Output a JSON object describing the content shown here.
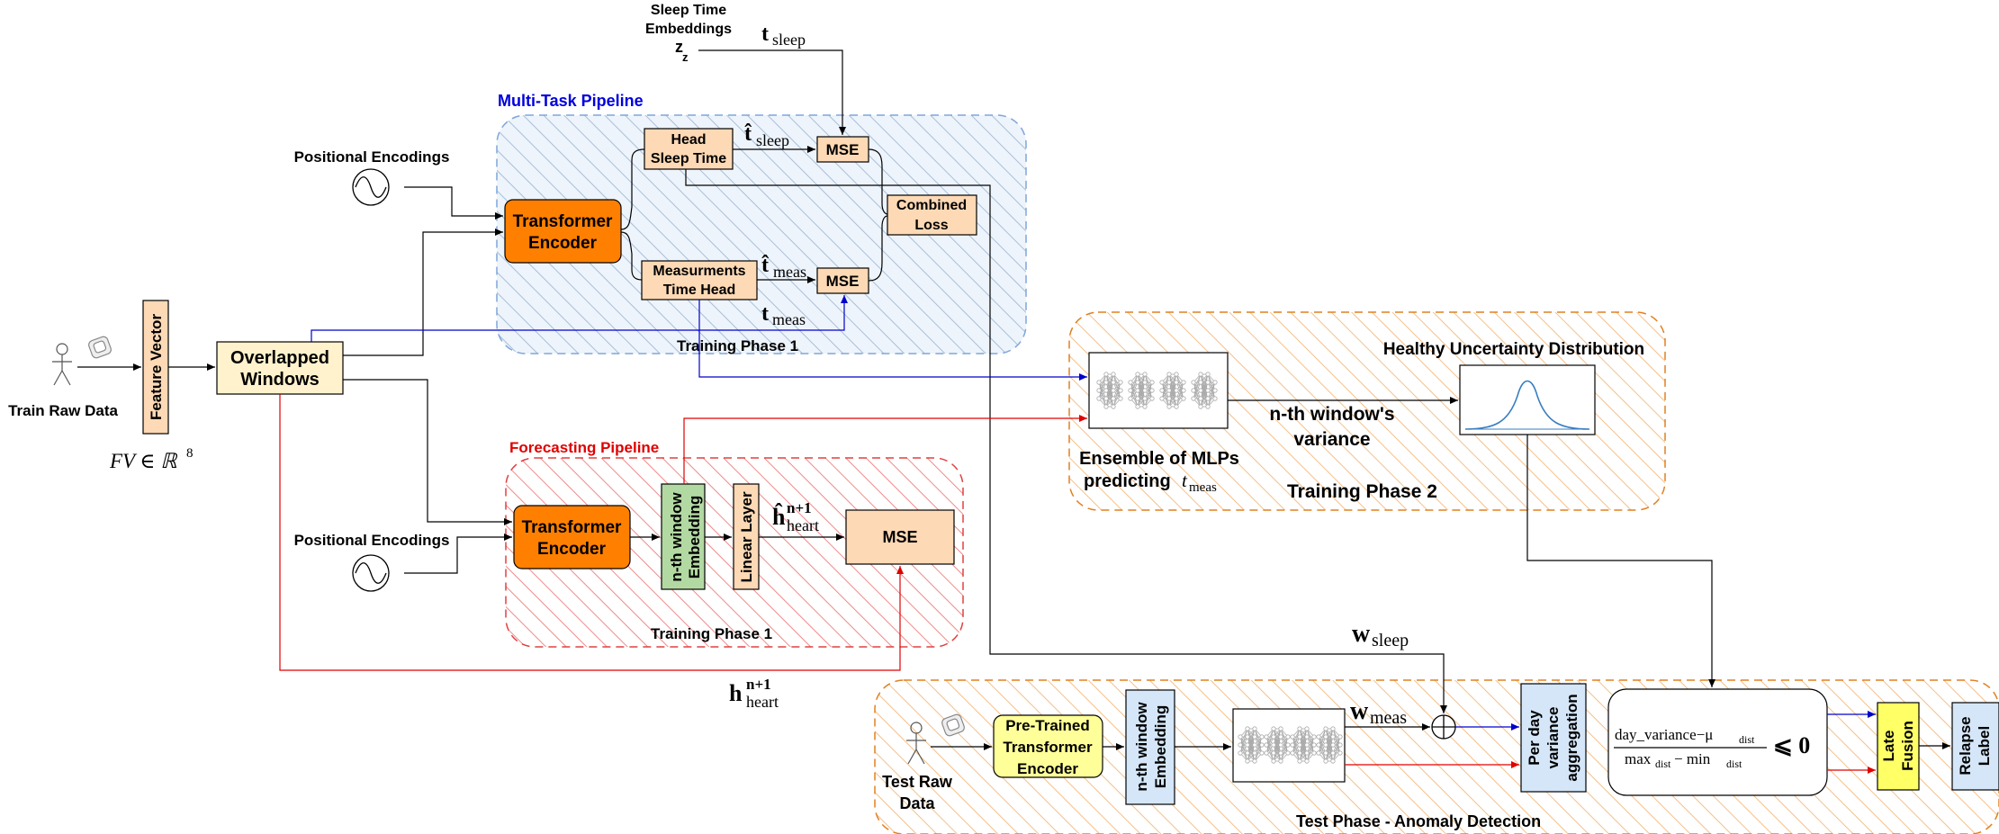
{
  "labels": {
    "sleep_time_embeddings": [
      "Sleep Time",
      "Embeddings"
    ],
    "zz": "z",
    "t_sleep": "t",
    "t_sleep_sub": "sleep",
    "multitask_pipeline": "Multi-Task Pipeline",
    "positional_encodings_1": "Positional Encodings",
    "positional_encodings_2": "Positional Encodings",
    "transformer_encoder_1": [
      "Transformer",
      "Encoder"
    ],
    "transformer_encoder_2": [
      "Transformer",
      "Encoder"
    ],
    "head_sleep_time": [
      "Head",
      "Sleep Time"
    ],
    "measurements_time_head": [
      "Measurments",
      "Time Head"
    ],
    "that_sleep": "t̂",
    "that_sleep_sub": "sleep",
    "that_meas": "t̂",
    "that_meas_sub": "meas",
    "t_meas": "t",
    "t_meas_sub": "meas",
    "mse_1": "MSE",
    "mse_2": "MSE",
    "mse_3": "MSE",
    "combined_loss": [
      "Combined",
      "Loss"
    ],
    "training_phase_1_a": "Training Phase 1",
    "training_phase_1_b": "Training Phase 1",
    "training_phase_2": "Training Phase 2",
    "feature_vector": "Feature Vector",
    "overlapped_windows": [
      "Overlapped",
      "Windows"
    ],
    "train_raw_data": "Train Raw Data",
    "fv_formula": "FV ∈ ℝ",
    "fv_exp": "8",
    "forecasting_pipeline": "Forecasting Pipeline",
    "nth_window_embedding_1": [
      "n-th window",
      "Embedding"
    ],
    "linear_layer": "Linear Layer",
    "hhat_heart": "ĥ",
    "hhat_heart_sup": "n+1",
    "hhat_heart_sub": "heart",
    "h_heart": "h",
    "h_heart_sup": "n+1",
    "h_heart_sub": "heart",
    "ensemble_mlps": [
      "Ensemble of MLPs",
      "predicting "
    ],
    "ensemble_t": "t",
    "ensemble_t_sub": "meas",
    "nth_window_variance": [
      "n-th window's",
      "variance"
    ],
    "healthy_uncertainty": "Healthy Uncertainty Distribution",
    "w_sleep": "w",
    "w_sleep_sub": "sleep",
    "w_meas": "w",
    "w_meas_sub": "meas",
    "test_raw_data": [
      "Test Raw",
      "Data"
    ],
    "pretrained_encoder": [
      "Pre-Trained",
      "Transformer",
      "Encoder"
    ],
    "nth_window_embedding_2": [
      "n-th window",
      "Embedding"
    ],
    "per_day_variance": [
      "Per day",
      "variance",
      "aggregation"
    ],
    "formula_num": "day_variance−μ",
    "formula_num_sub": "dist",
    "formula_den_a": "max",
    "formula_den_a_sub": "dist",
    "formula_den_b": " − min",
    "formula_den_b_sub": "dist",
    "formula_cmp": "⩽ 0",
    "late_fusion": [
      "Late",
      "Fusion"
    ],
    "relapse_label": [
      "Relapse",
      "Label"
    ],
    "test_phase": "Test Phase - Anomaly Detection"
  },
  "colors": {
    "orange_dark": "#ff8000",
    "peach": "#fdd9b5",
    "cream": "#fff2cc",
    "green": "#b3d9a3",
    "blue_box": "#d4e6f8",
    "yellow": "#ffff66",
    "yellow_soft": "#ffff99",
    "blue_line": "#0000cc",
    "red_line": "#e00000",
    "blue_text": "#0000dd",
    "red_text": "#e00000"
  }
}
